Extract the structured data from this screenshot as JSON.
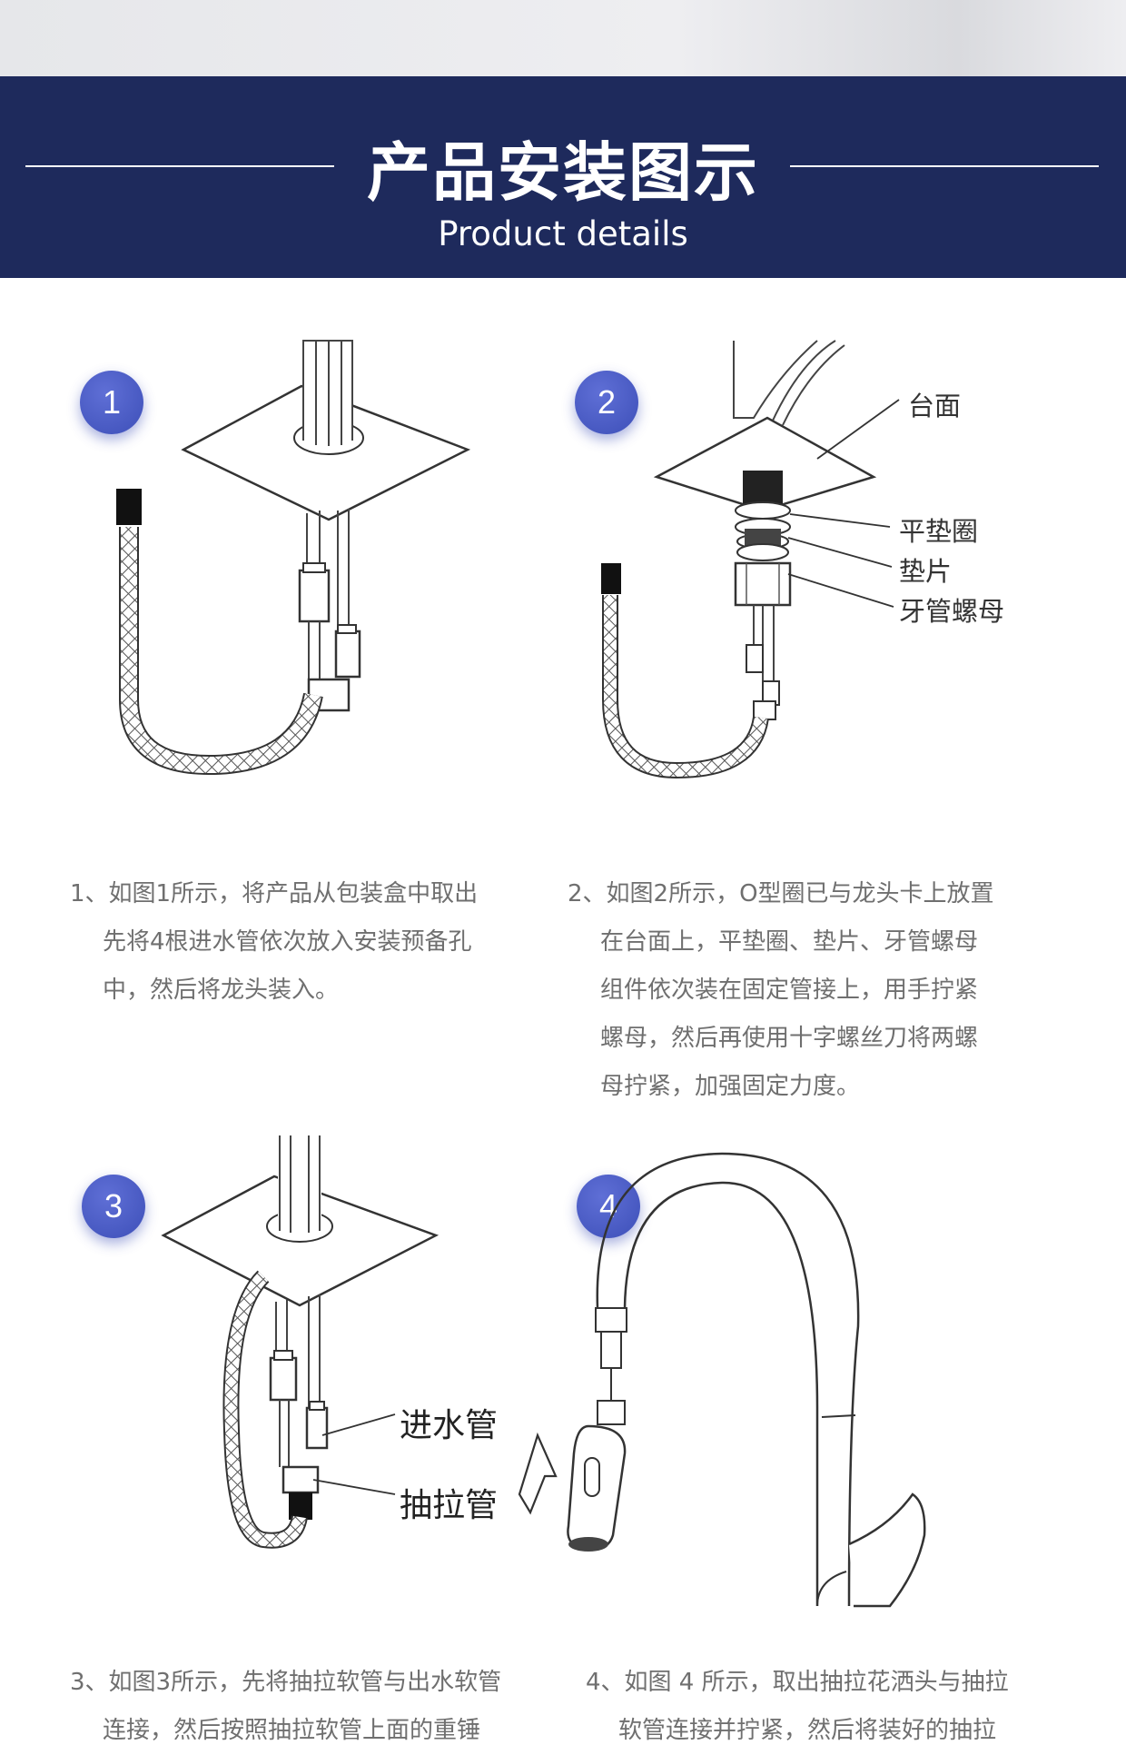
{
  "banner": {
    "title": "产品安装图示",
    "subtitle": "Product details"
  },
  "steps": [
    {
      "badge": "1",
      "lines": [
        "1、如图1所示，将产品从包装盒中取出",
        "先将4根进水管依次放入安装预备孔",
        "中，然后将龙头装入。"
      ]
    },
    {
      "badge": "2",
      "labels": [
        "台面",
        "平垫圈",
        "垫片",
        "牙管螺母"
      ],
      "lines": [
        "2、如图2所示，O型圈已与龙头卡上放置",
        "在台面上，平垫圈、垫片、牙管螺母",
        "组件依次装在固定管接上，用手拧紧",
        "螺母，然后再使用十字螺丝刀将两螺",
        "母拧紧，加强固定力度。"
      ]
    },
    {
      "badge": "3",
      "labels": [
        "进水管",
        "抽拉管"
      ],
      "lines": [
        "3、如图3所示，先将抽拉软管与出水软管",
        "连接，然后按照抽拉软管上面的重锤"
      ]
    },
    {
      "badge": "4",
      "lines": [
        "4、如图 4 所示，取出抽拉花洒头与抽拉",
        "软管连接并拧紧，然后将装好的抽拉"
      ]
    }
  ]
}
